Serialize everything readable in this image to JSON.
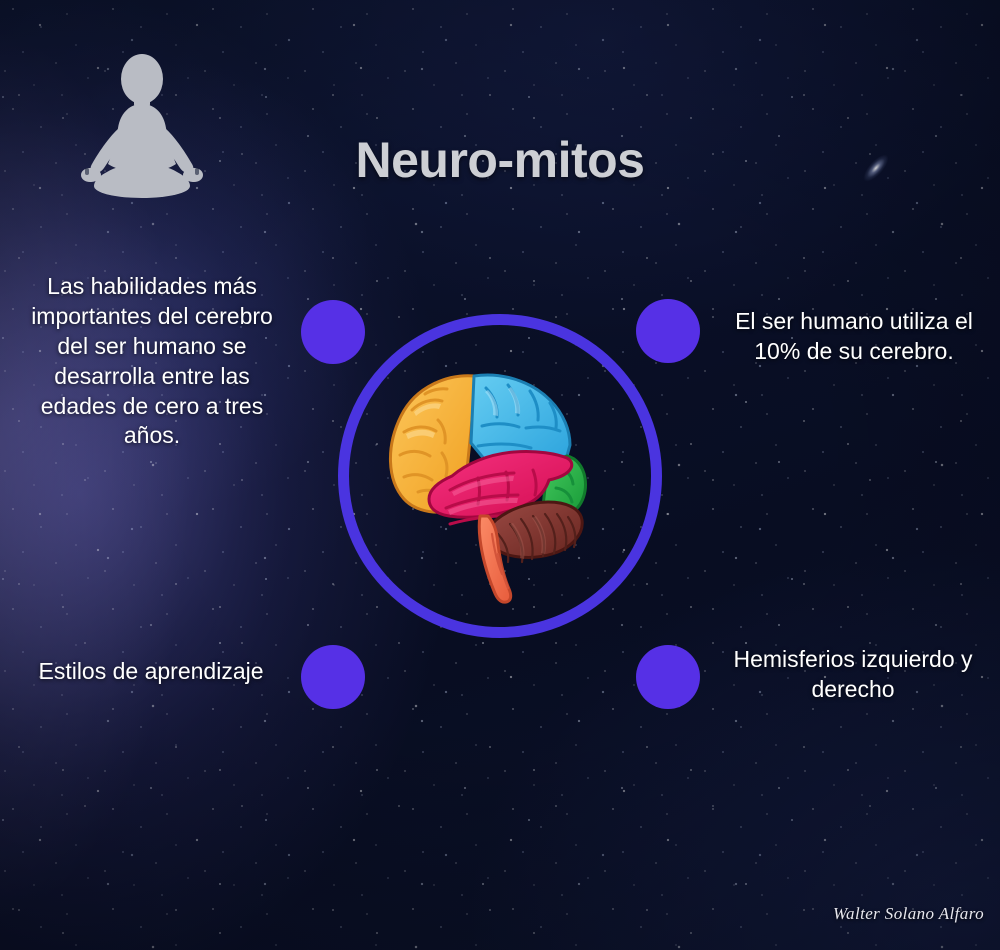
{
  "poster": {
    "title": "Neuro-mitos",
    "signature": "Walter Solano Alfaro",
    "title_color": "#cdcfd4",
    "accent_color": "#4a34e0",
    "node_color": "#5630e6",
    "text_color": "#ffffff",
    "background_color": "#0a1024"
  },
  "icons": {
    "meditation_figure": "meditation-lotus-figure-icon",
    "brain": "human-brain-icon",
    "galaxy": "galaxy-icon"
  },
  "myths": [
    {
      "id": "early-development",
      "position": "top-left",
      "text": "Las habilidades más importantes del cerebro del ser humano se desarrolla entre las edades de cero a tres años."
    },
    {
      "id": "ten-percent",
      "position": "top-right",
      "text": "El ser humano utiliza el 10% de su cerebro."
    },
    {
      "id": "learning-styles",
      "position": "bottom-left",
      "text": "Estilos de aprendizaje"
    },
    {
      "id": "hemispheres",
      "position": "bottom-right",
      "text": "Hemisferios izquierdo y derecho"
    }
  ],
  "brain_regions": [
    {
      "name": "frontal-lobe",
      "color": "#f9b233"
    },
    {
      "name": "parietal-lobe",
      "color": "#3fb7e8"
    },
    {
      "name": "temporal-lobe",
      "color": "#ea1e63"
    },
    {
      "name": "occipital-lobe",
      "color": "#28a745"
    },
    {
      "name": "cerebellum",
      "color": "#7e3232"
    },
    {
      "name": "brainstem",
      "color": "#f4704f"
    }
  ]
}
